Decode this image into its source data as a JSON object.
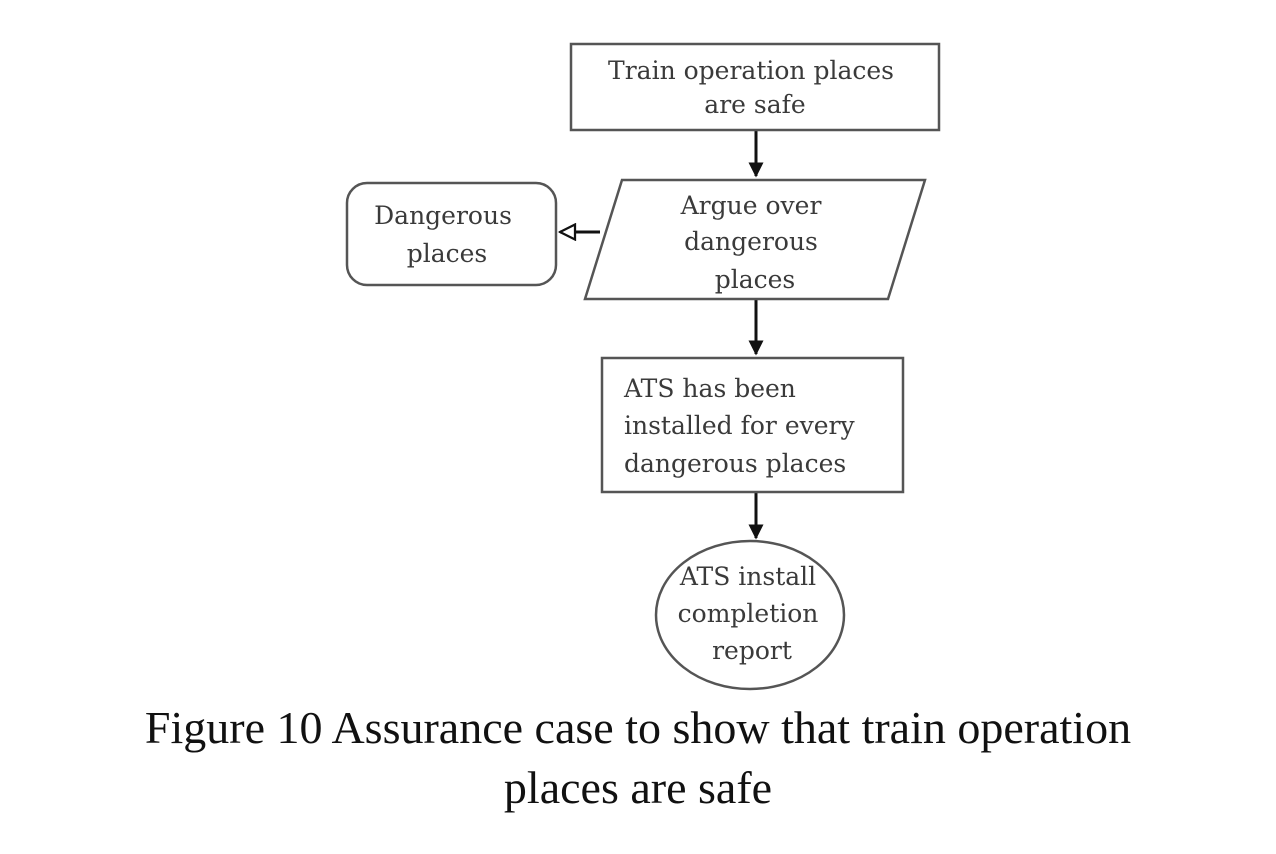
{
  "figure": {
    "caption_line_1": "Figure 10 Assurance case to show that train operation",
    "caption_line_2": "places are safe"
  },
  "nodes": {
    "goal_top": {
      "shape": "rectangle",
      "lines": [
        "Train operation places",
        "are safe"
      ]
    },
    "context": {
      "shape": "rounded-rectangle",
      "lines": [
        "Dangerous",
        "places"
      ]
    },
    "strategy": {
      "shape": "parallelogram",
      "lines": [
        "Argue over",
        "dangerous",
        "places"
      ]
    },
    "goal_sub": {
      "shape": "rectangle",
      "lines": [
        "ATS has been",
        "installed for every",
        "dangerous places"
      ]
    },
    "solution": {
      "shape": "ellipse",
      "lines": [
        "ATS install",
        "completion",
        "report"
      ]
    }
  },
  "edges": [
    {
      "from": "goal_top",
      "to": "strategy",
      "style": "solid-arrow"
    },
    {
      "from": "strategy",
      "to": "context",
      "style": "hollow-arrow"
    },
    {
      "from": "strategy",
      "to": "goal_sub",
      "style": "solid-arrow"
    },
    {
      "from": "goal_sub",
      "to": "solution",
      "style": "solid-arrow"
    }
  ]
}
